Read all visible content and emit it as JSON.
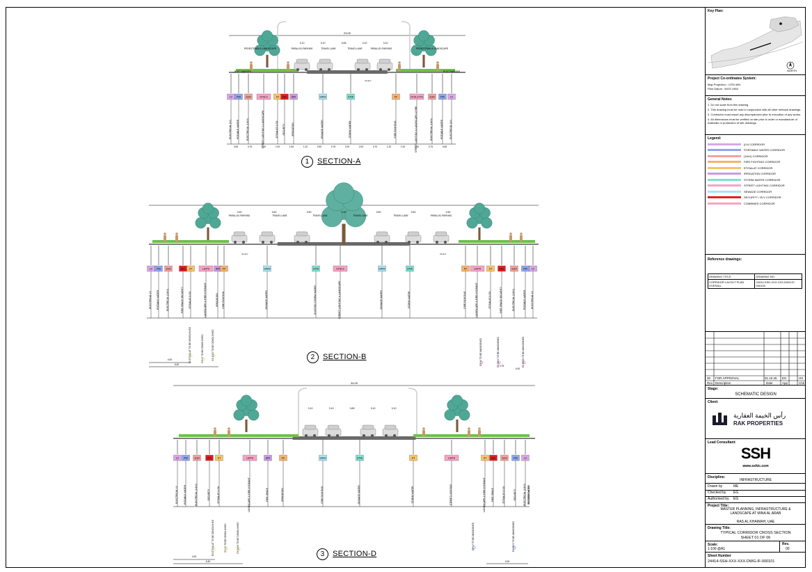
{
  "sections": [
    {
      "num": "1",
      "name": "SECTION-A",
      "total": "23.00",
      "corridors": [
        "LV",
        "PW",
        "11kV",
        "STSLS",
        "ST",
        "SEC",
        "IRR",
        "SWW",
        "STW",
        "FF",
        "STSLS PH",
        "11kV",
        "PW",
        "LV"
      ],
      "corridor_colors": [
        "#d9a7e8",
        "#8fa6f0",
        "#f4a0a0",
        "#f7a3c5",
        "#f7c46a",
        "#e02020",
        "#c99be0",
        "#a7e4f2",
        "#7fe0d0",
        "#f5b26b",
        "#f7a3c5",
        "#f4a0a0",
        "#8fa6f0",
        "#d9a7e8"
      ],
      "descriptions": [
        "ELECTRICAL (LV)",
        "POTABLE WATER",
        "ELECTRICAL (11KV)",
        "STREET LIGHTING & LANDSCAPE",
        "ETISALAT & DU",
        "SECURITY",
        "IRRIGATION",
        "SEWAGE WATER",
        "STORM WATER",
        "FIRE FIGHTING",
        "STREET LIGHTING & LANDSCAPE & FIRE",
        "ELECTRICAL (11KV)",
        "POTABLE WATER",
        "ELECTRICAL (LV)"
      ],
      "dims": [
        "0.65",
        "0.75",
        "1.50",
        "1.00",
        "1.50",
        "1.20",
        "0.50",
        "0.75",
        "2.00",
        "2.00",
        "0.70",
        "1.20",
        "1.00",
        "1.50",
        "0.75",
        "0.65"
      ],
      "lanes": [
        "3.10",
        "3.10",
        "3.65",
        "3.10",
        "3.10"
      ],
      "labels": [
        "PEDESTRIAN & LANDSCAPE",
        "PEDESTRIAN & LANDSCAPE",
        "PARALLEL PARKING",
        "TRAVEL LANE",
        "TRAVEL LANE",
        "PARALLEL PARKING",
        "ROOT BARRIER",
        "ROOT BARRIER",
        "GULLY"
      ]
    },
    {
      "num": "2",
      "name": "SECTION-B",
      "total": "",
      "corridors": [
        "LV",
        "PW",
        "11kV",
        "SEC",
        "ST",
        "LS/PH",
        "IRR",
        "FF",
        "SWW",
        "STW",
        "STSLS",
        "SWW",
        "STW",
        "FF",
        "LS/PH",
        "ST",
        "SEC",
        "11kV",
        "PW",
        "LV"
      ],
      "corridor_colors": [
        "#d9a7e8",
        "#8fa6f0",
        "#f4a0a0",
        "#e02020",
        "#f7c46a",
        "#f7a3c5",
        "#c99be0",
        "#f5b26b",
        "#a7e4f2",
        "#7fe0d0",
        "#f7a3c5",
        "#a7e4f2",
        "#7fe0d0",
        "#f5b26b",
        "#f7a3c5",
        "#f7c46a",
        "#e02020",
        "#f4a0a0",
        "#8fa6f0",
        "#d9a7e8"
      ],
      "descriptions": [
        "ELECTRICAL LV",
        "POTABLE WATER",
        "ELECTRICAL (11KV)",
        "FIRE SPACE SECURITY",
        "ETISALAT & DU",
        "LANDSCAPE & FIRE HYDRANT",
        "IRRIGATION",
        "FIRE FIGHTING",
        "SEWAGE WATER",
        "EXISTING STORM WATER",
        "STREET LIGHTING & LANDSCAPE",
        "SEWAGE WATER",
        "STORM WATER",
        "FIRE FIGHTING",
        "LANDSCAPE & FIRE HYDRANT",
        "ETISALAT & DU",
        "FIRE SPACE SECURITY",
        "ELECTRICAL (11KV)",
        "POTABLE WATER",
        "ELECTRICAL LV"
      ],
      "lanes": [
        "2.60",
        "3.50",
        "3.50",
        "0.50",
        "3.50",
        "3.50",
        "2.60"
      ],
      "labels": [
        "PARALLEL PARKING",
        "TRAVEL LANE",
        "TRAVEL LANE",
        "TRAVEL LANE",
        "TRAVEL LANE",
        "PARALLEL PARKING",
        "GULLY",
        "GULLY"
      ],
      "offsets": [
        "4.00",
        "6.40",
        "0.75",
        "4.00"
      ],
      "spares": [
        "EX.ETISALAT TO BE DEMOLISHED",
        "EX.LV TO BE DEMOLISHED",
        "EX.11KV TO BE DEMOLISHED",
        "EX.LV TO BE ABANDONED",
        "EX.11KV TO BE ABANDONED",
        "EX.SWW TO BE ABANDONED"
      ]
    },
    {
      "num": "3",
      "name": "SECTION-D",
      "total": "34.00",
      "corridors": [
        "LV",
        "PW",
        "11kV",
        "SEC",
        "ST",
        "LS/PH",
        "IRR",
        "FF",
        "SWW",
        "STW",
        "ST",
        "LS/PH",
        "ST",
        "SEC",
        "11kV",
        "PW",
        "LV"
      ],
      "corridor_colors": [
        "#d9a7e8",
        "#8fa6f0",
        "#f4a0a0",
        "#e02020",
        "#f7c46a",
        "#f7a3c5",
        "#c99be0",
        "#f5b26b",
        "#a7e4f2",
        "#7fe0d0",
        "#f7c46a",
        "#f7a3c5",
        "#f7c46a",
        "#e02020",
        "#f4a0a0",
        "#8fa6f0",
        "#d9a7e8"
      ],
      "descriptions": [
        "ELECTRICAL LV",
        "POTABLE WATER",
        "ELECTRICAL (11KV)",
        "SECURITY",
        "ETISALAT & DU",
        "LANDSCAPE & FIRE HYDRANT",
        "FIRE SPACE",
        "IRRIGATION",
        "FIRE FIGHTING",
        "SEWAGE WATER",
        "STORM WATER",
        "STREET LIGHTING",
        "LANDSCAPE & FIRE HYDRANT",
        "FIRE SPACE",
        "ETISALAT & DU",
        "SECURITY",
        "ELECTRICAL (11KV)",
        "POTABLE WATER",
        "ELECTRICAL LV"
      ],
      "lanes": [
        "3.10",
        "3.10",
        "3.65",
        "3.10",
        "3.10"
      ],
      "offsets": [
        "4.00",
        "6.40",
        "4.00"
      ],
      "spares": [
        "EX.ETISALAT TO BE DEMOLISHED",
        "EX.LV TO BE DEMOLISHED",
        "EX.11KV TO BE DEMOLISHED",
        "EX.LV TO BE ABANDONED",
        "EX.11KV TO BE ABANDONED"
      ]
    }
  ],
  "title_block": {
    "key_plan_label": "Key Plan:",
    "north_label": "NORTH",
    "coord_label": "Project Co-ordinates System:",
    "coord_lines": [
      "Map Projection   : UTM 40N",
      "Plan Datum        : WGS 1984"
    ],
    "notes_label": "General Notes:",
    "notes": [
      "1. Do not scale from this drawing.",
      "2. This drawing must be read in conjunction with all other relevant drawings.",
      "3. Contractor must report any discrepancies prior to execution of any works.",
      "4. All dimensions must be verified on site prior to order or manufacture of materials or production of site drawings."
    ],
    "legend_label": "Legend:",
    "legend": [
      {
        "color": "#d9a7e8",
        "text": "(LV) CORRIDOR"
      },
      {
        "color": "#8fa6f0",
        "text": "PORTABLE WATER CORRIDOR"
      },
      {
        "color": "#f4a0a0",
        "text": "(11kV) CORRIDOR"
      },
      {
        "color": "#f5b26b",
        "text": "FIRE FIGHTING CORRIDOR"
      },
      {
        "color": "#f7c46a",
        "text": "ETISALAT CORRIDOR"
      },
      {
        "color": "#c99be0",
        "text": "IRRIGATION CORRIDOR"
      },
      {
        "color": "#7fe0d0",
        "text": "STORM WATER CORRIDOR"
      },
      {
        "color": "#f7a3c5",
        "text": "STREET LIGHTING CORRIDOR"
      },
      {
        "color": "#a7e4f2",
        "text": "SEWAGE CORRIDOR"
      },
      {
        "color": "#e02020",
        "text": "SECURITY / ELV CORRIDOR"
      },
      {
        "color": "#f7a3c5",
        "text": "COMBINED CORRIDOR"
      }
    ],
    "ref_label": "Reference drawings:",
    "ref_headers": [
      "DRAWING TITLE:",
      "DRAWING NO:"
    ],
    "ref_row": [
      "CORRIDOR LAYOUT PLAN OVERALL",
      "24414-SSH-XXX-XXX-DWG-IF-000100"
    ],
    "rev_row": [
      "00",
      "FOR APPROVAL",
      "01.10.25",
      "EG",
      "HS"
    ],
    "rev_headers": [
      "Rev.",
      "Description",
      "Date",
      "App",
      "Chk"
    ],
    "stage_label": "Stage:",
    "stage": "SCHEMATIC DESIGN",
    "client_label": "Client:",
    "client_arabic": "رأس الخيمة العقارية",
    "client_name": "RAK PROPERTIES",
    "consultant_label": "Lead Consultant:",
    "consultant_logo": "SSH",
    "consultant_url": "www.sshic.com",
    "discipline_label": "Discipline:",
    "discipline": "INFRASTRUCTURE",
    "drawn_by_label": "Drawn by",
    "drawn_by": "ME",
    "checked_by_label": "Checked by",
    "checked_by": "EG",
    "authorised_by_label": "Authorised by",
    "authorised_by": "EG",
    "project_label": "Project Title:",
    "project_title": "MASTER PLANNING, INFRASTRUCTURE & LANDSCAPE AT MINA AL ARAB",
    "project_loc": "RAS AL KHAIMAH, UAE",
    "drawing_title_label": "Drawing Title:",
    "drawing_title": "TYPICAL CORRIDOR CROSS SECTION SHEET 01 OF 06",
    "scale_label": "Scale:",
    "scale": "1:100  @A1",
    "rev_label": "Rev.",
    "rev": "00",
    "sheet_label": "Sheet Number",
    "sheet_number": "24414-SSH-XXX-XXX-DWG-IF-000101"
  }
}
